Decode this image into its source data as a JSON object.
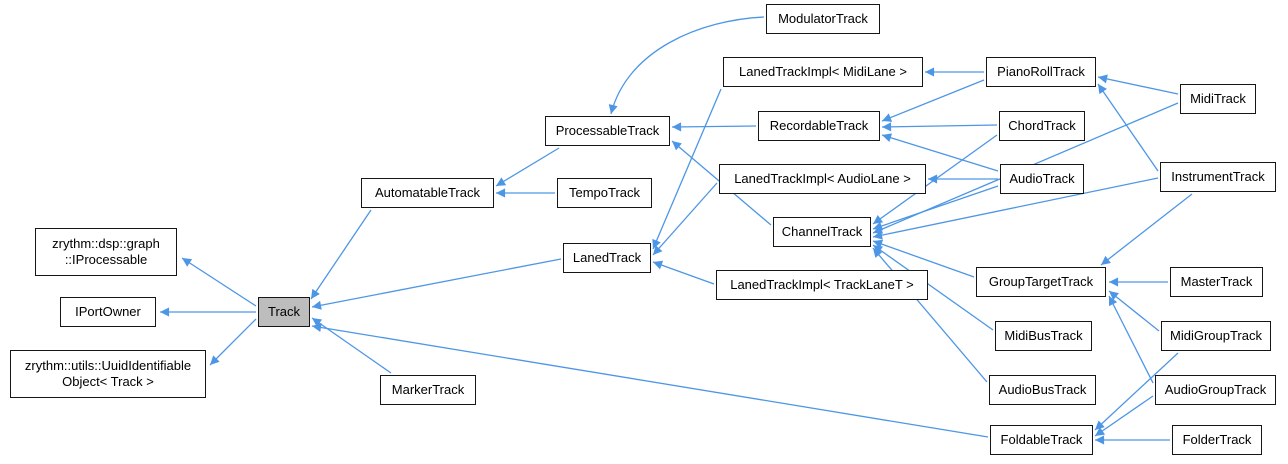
{
  "diagram": {
    "kind": "class-inheritance-graph",
    "highlighted_node": "track"
  },
  "colors": {
    "edge": "#4d96e6",
    "node_bg": "#ffffff",
    "node_border": "#161616",
    "highlight_bg": "#bdbdbd"
  },
  "nodes": {
    "iprocessable": {
      "label": "zrythm::dsp::graph\n::IProcessable"
    },
    "iportowner": {
      "label": "IPortOwner"
    },
    "uuidobject": {
      "label": "zrythm::utils::UuidIdentifiable\nObject< Track >"
    },
    "track": {
      "label": "Track"
    },
    "automatabletrack": {
      "label": "AutomatableTrack"
    },
    "markertrack": {
      "label": "MarkerTrack"
    },
    "processabletrack": {
      "label": "ProcessableTrack"
    },
    "tempotrack": {
      "label": "TempoTrack"
    },
    "lanedtrack": {
      "label": "LanedTrack"
    },
    "modulatortrack": {
      "label": "ModulatorTrack"
    },
    "ltimidilane": {
      "label": "LanedTrackImpl< MidiLane >"
    },
    "recordabletrack": {
      "label": "RecordableTrack"
    },
    "ltiaudiolane": {
      "label": "LanedTrackImpl< AudioLane >"
    },
    "channeltrack": {
      "label": "ChannelTrack"
    },
    "ltitracklanet": {
      "label": "LanedTrackImpl< TrackLaneT >"
    },
    "pianorolltrack": {
      "label": "PianoRollTrack"
    },
    "chordtrack": {
      "label": "ChordTrack"
    },
    "audiotrack": {
      "label": "AudioTrack"
    },
    "grouptargettrack": {
      "label": "GroupTargetTrack"
    },
    "midibustrack": {
      "label": "MidiBusTrack"
    },
    "audiobustrack": {
      "label": "AudioBusTrack"
    },
    "foldabletrack": {
      "label": "FoldableTrack"
    },
    "miditrack": {
      "label": "MidiTrack"
    },
    "instrumenttrack": {
      "label": "InstrumentTrack"
    },
    "mastertrack": {
      "label": "MasterTrack"
    },
    "midigrouptrack": {
      "label": "MidiGroupTrack"
    },
    "audiogrouptrack": {
      "label": "AudioGroupTrack"
    },
    "foldertrack": {
      "label": "FolderTrack"
    }
  },
  "edges": [
    {
      "from": "track",
      "to": "iprocessable"
    },
    {
      "from": "track",
      "to": "iportowner"
    },
    {
      "from": "track",
      "to": "uuidobject"
    },
    {
      "from": "automatabletrack",
      "to": "track"
    },
    {
      "from": "lanedtrack",
      "to": "track"
    },
    {
      "from": "markertrack",
      "to": "track"
    },
    {
      "from": "foldabletrack",
      "to": "track"
    },
    {
      "from": "processabletrack",
      "to": "automatabletrack"
    },
    {
      "from": "tempotrack",
      "to": "automatabletrack"
    },
    {
      "from": "modulatortrack",
      "to": "processabletrack"
    },
    {
      "from": "recordabletrack",
      "to": "processabletrack"
    },
    {
      "from": "channeltrack",
      "to": "processabletrack"
    },
    {
      "from": "ltimidilane",
      "to": "lanedtrack"
    },
    {
      "from": "ltiaudiolane",
      "to": "lanedtrack"
    },
    {
      "from": "ltitracklanet",
      "to": "lanedtrack"
    },
    {
      "from": "pianorolltrack",
      "to": "ltimidilane"
    },
    {
      "from": "pianorolltrack",
      "to": "recordabletrack"
    },
    {
      "from": "chordtrack",
      "to": "recordabletrack"
    },
    {
      "from": "audiotrack",
      "to": "recordabletrack"
    },
    {
      "from": "audiotrack",
      "to": "ltiaudiolane"
    },
    {
      "from": "chordtrack",
      "to": "channeltrack"
    },
    {
      "from": "audiotrack",
      "to": "channeltrack"
    },
    {
      "from": "miditrack",
      "to": "pianorolltrack"
    },
    {
      "from": "miditrack",
      "to": "channeltrack"
    },
    {
      "from": "instrumenttrack",
      "to": "pianorolltrack"
    },
    {
      "from": "instrumenttrack",
      "to": "channeltrack"
    },
    {
      "from": "instrumenttrack",
      "to": "grouptargettrack"
    },
    {
      "from": "grouptargettrack",
      "to": "channeltrack"
    },
    {
      "from": "midibustrack",
      "to": "channeltrack"
    },
    {
      "from": "audiobustrack",
      "to": "channeltrack"
    },
    {
      "from": "mastertrack",
      "to": "grouptargettrack"
    },
    {
      "from": "midigrouptrack",
      "to": "grouptargettrack"
    },
    {
      "from": "audiogrouptrack",
      "to": "grouptargettrack"
    },
    {
      "from": "midigrouptrack",
      "to": "foldabletrack"
    },
    {
      "from": "audiogrouptrack",
      "to": "foldabletrack"
    },
    {
      "from": "foldertrack",
      "to": "foldabletrack"
    }
  ]
}
